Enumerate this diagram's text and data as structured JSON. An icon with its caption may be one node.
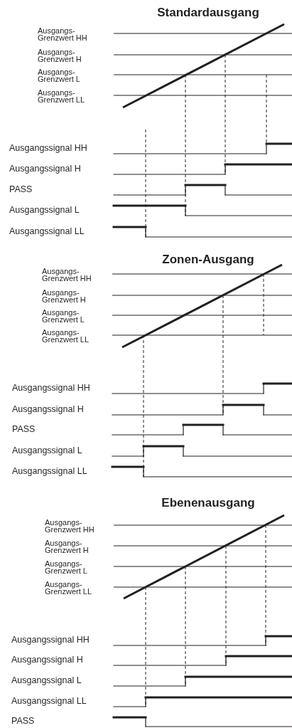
{
  "diagram": {
    "labels": [
      "Standardausgang",
      "Ausgangs- Grenzwert HH",
      "Ausgangs- Grenzwert H",
      "Ausgangs- Grenzwert L",
      "Ausgangs- Grenzwert LL",
      "Ausgangssignal HH",
      "Ausgangssignal H",
      "PASS",
      "Ausgangssignal L",
      "Ausgangssignal LL",
      "Zonen-Ausgang",
      "Ausgangs- Grenzwert HH",
      "Ausgangs- Grenzwert H",
      "Ausgangs- Grenzwert L",
      "Ausgangs- Grenzwert LL",
      "Ausgangssignal HH",
      "Ausgangssignal H",
      "PASS",
      "Ausgangssignal L",
      "Ausgangssignal LL",
      "Ebenenausgang",
      "Ausgangs- Grenzwert HH",
      "Ausgangs- Grenzwert H",
      "Ausgangs- Grenzwert L",
      "Ausgangs- Grenzwert LL",
      "Ausgangssignal HH",
      "Ausgangssignal H",
      "Ausgangssignal L",
      "Ausgangssignal LL",
      "PASS"
    ]
  }
}
